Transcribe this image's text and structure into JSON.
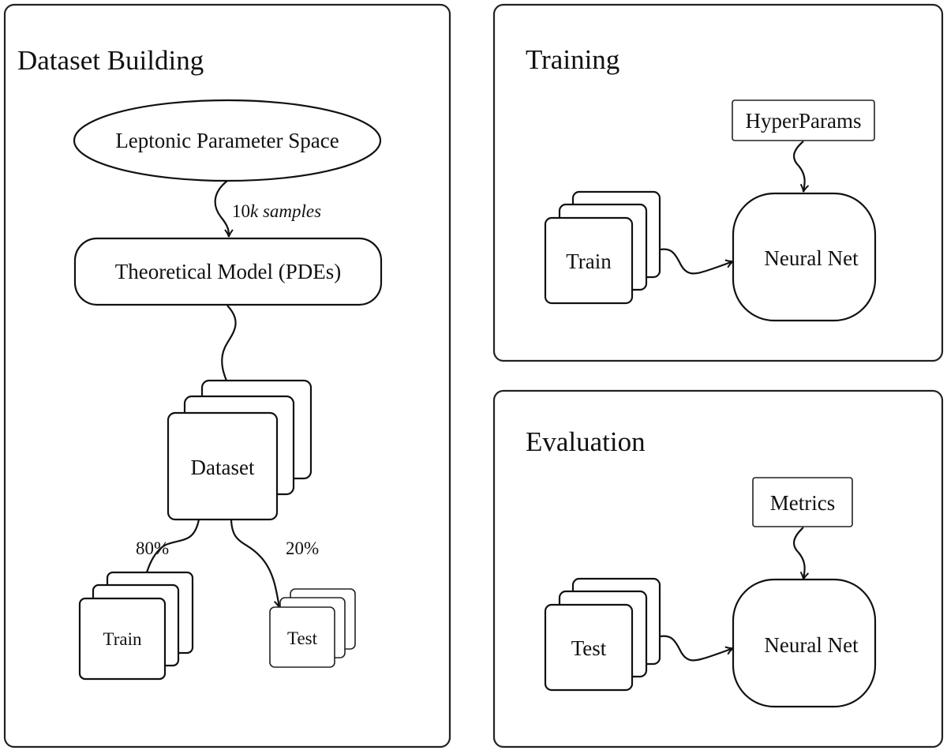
{
  "panels": {
    "dataset_building": {
      "title": "Dataset Building",
      "nodes": {
        "parameter_space": "Leptonic Parameter Space",
        "theoretical_model": "Theoretical Model (PDEs)",
        "dataset": "Dataset",
        "train": "Train",
        "test": "Test"
      },
      "edges": {
        "samples_label_num": "10",
        "samples_label_k": "k",
        "samples_label_text": "samples",
        "train_split": "80%",
        "test_split": "20%"
      }
    },
    "training": {
      "title": "Training",
      "nodes": {
        "hyperparams": "HyperParams",
        "train": "Train",
        "neural_net": "Neural Net"
      }
    },
    "evaluation": {
      "title": "Evaluation",
      "nodes": {
        "metrics": "Metrics",
        "test": "Test",
        "neural_net": "Neural Net"
      }
    }
  }
}
